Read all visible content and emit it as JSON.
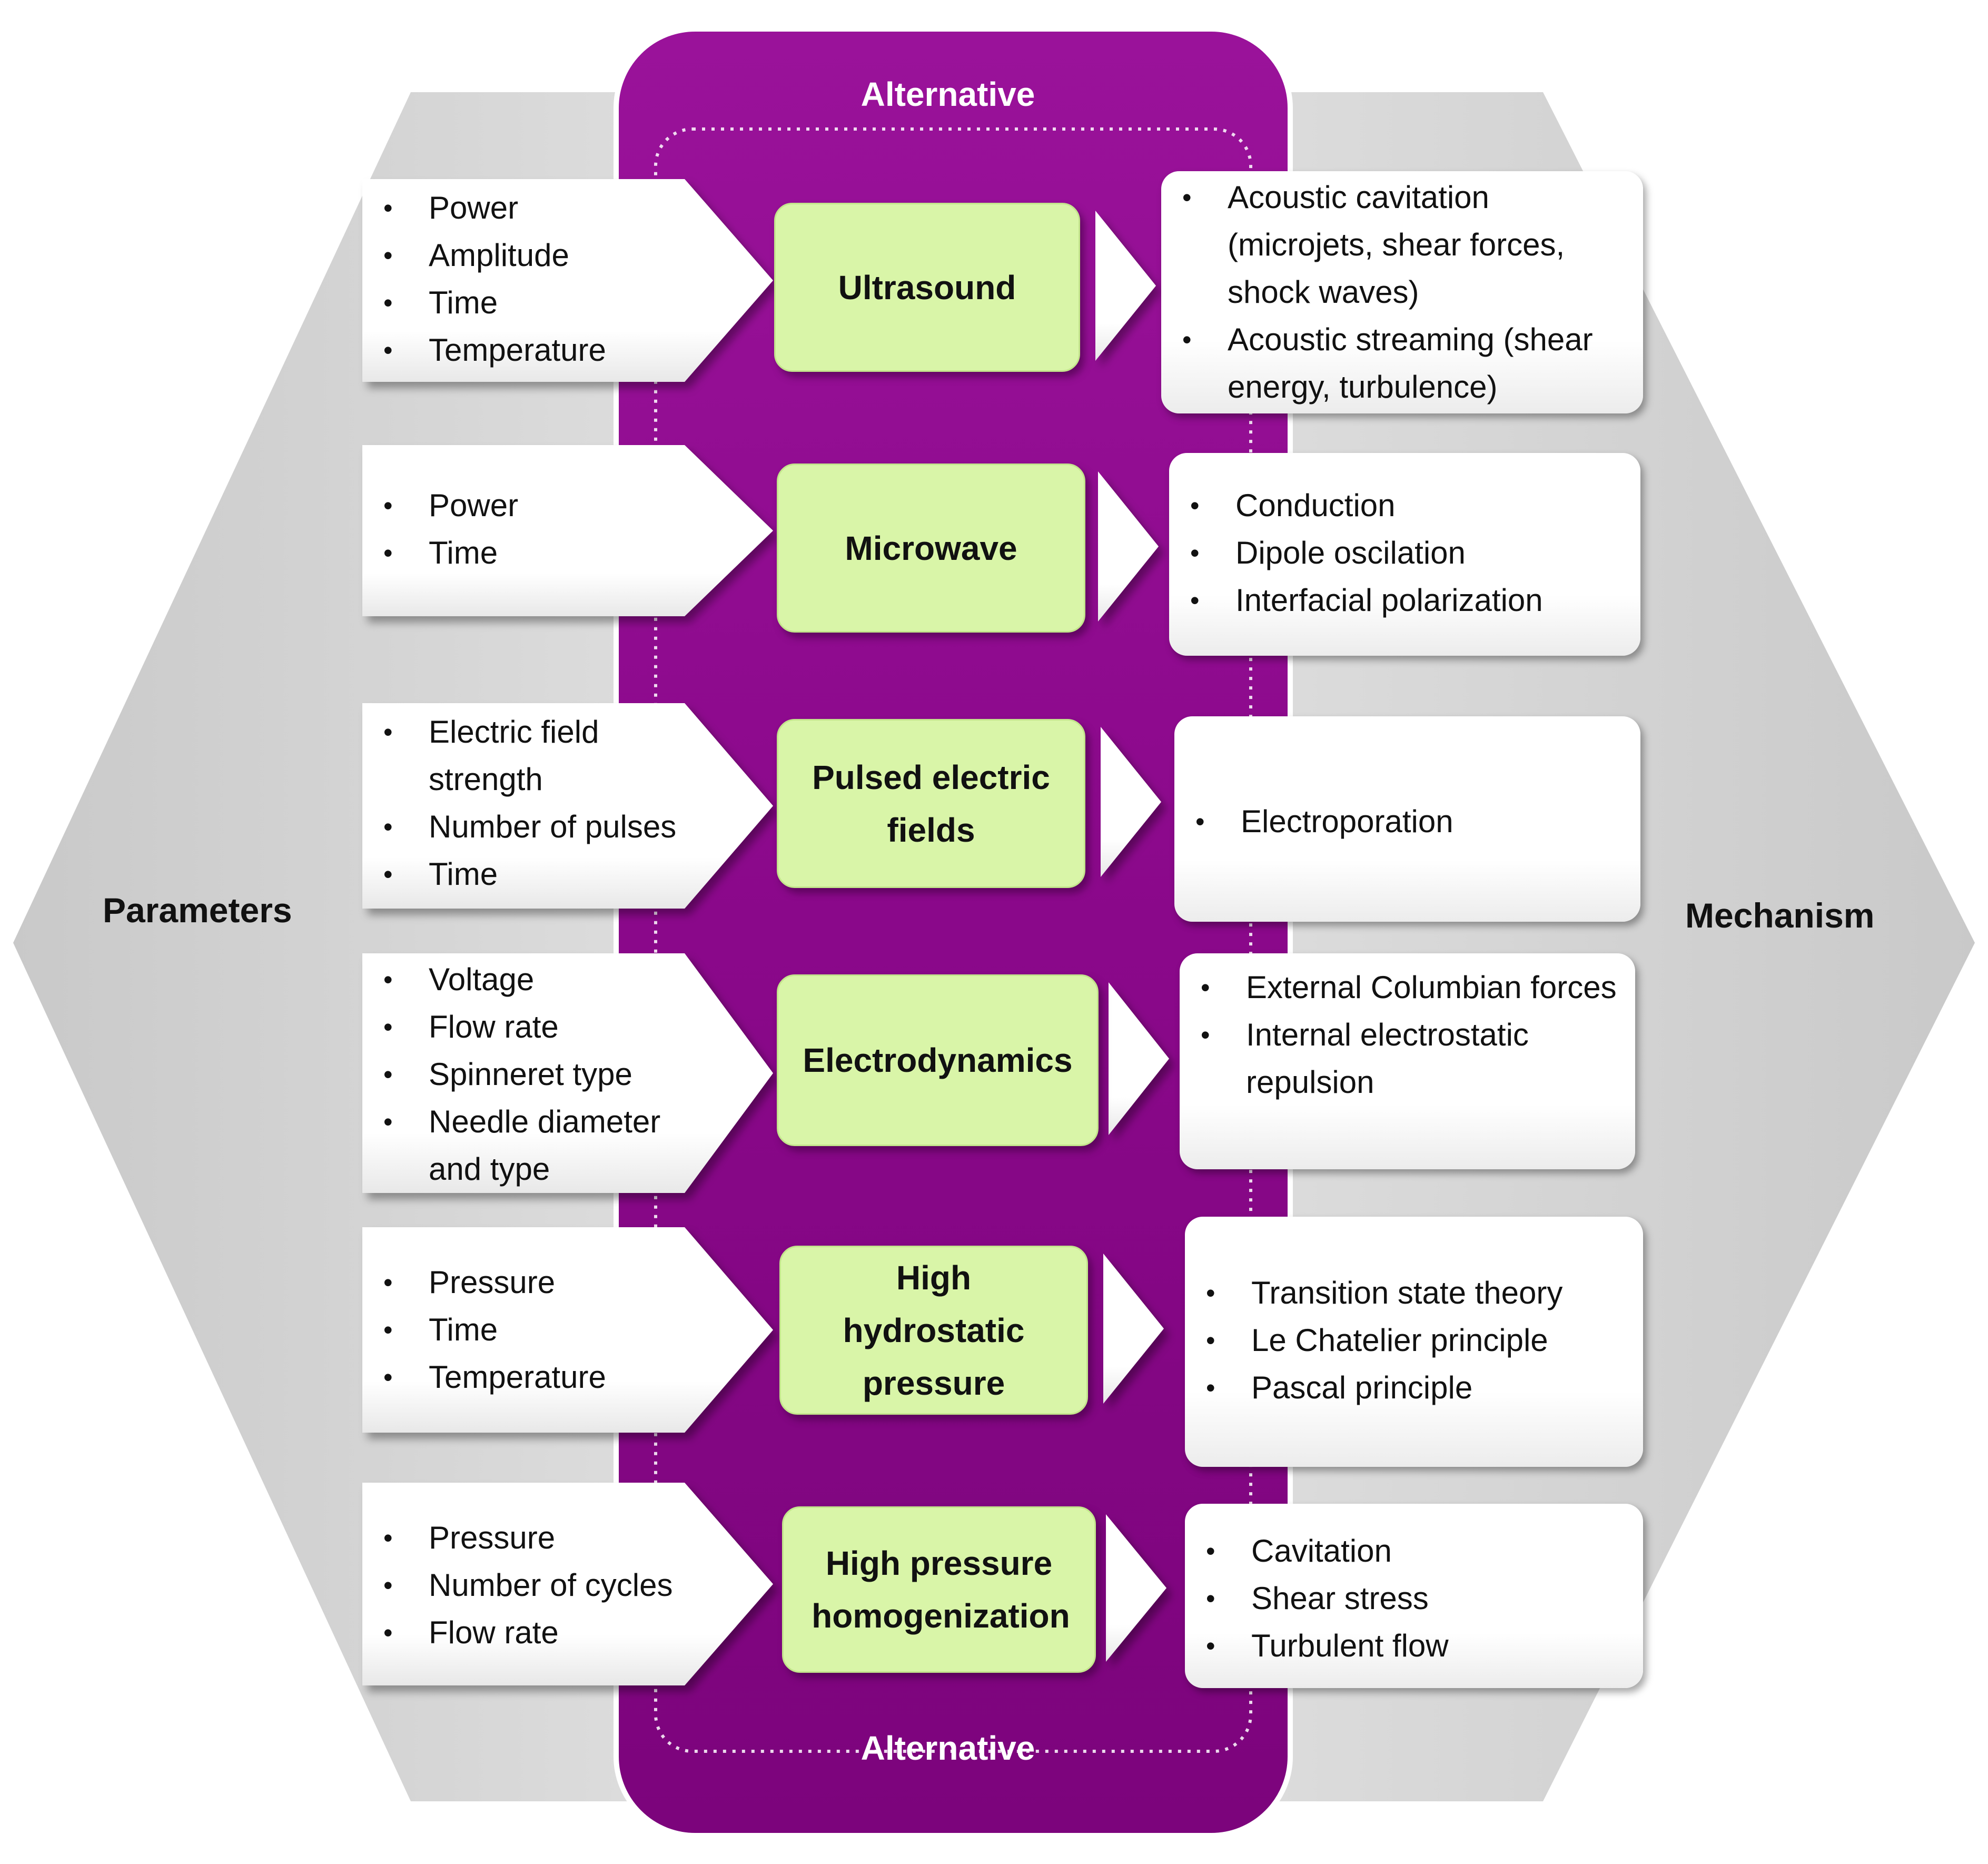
{
  "left_label": "Parameters",
  "right_label": "Mechanism",
  "center_title_top": "Alternative",
  "center_title_bottom": "Alternative",
  "colors": {
    "center_panel": "#8e0a8e",
    "method_box": "#d9f5a8",
    "side_hexagon": "#d4d4d4",
    "box_fill": "#ffffff"
  },
  "rows": [
    {
      "method": "Ultrasound",
      "parameters": [
        "Power",
        "Amplitude",
        "Time",
        "Temperature"
      ],
      "mechanisms": [
        "Acoustic cavitation (microjets, shear forces, shock waves)",
        "Acoustic streaming (shear energy, turbulence)"
      ]
    },
    {
      "method": "Microwave",
      "parameters": [
        "Power",
        "Time"
      ],
      "mechanisms": [
        "Conduction",
        "Dipole oscilation",
        "Interfacial polarization"
      ]
    },
    {
      "method": "Pulsed electric fields",
      "parameters": [
        "Electric field strength",
        "Number of pulses",
        "Time"
      ],
      "mechanisms": [
        "Electroporation"
      ]
    },
    {
      "method": "Electrodynamics",
      "parameters": [
        "Voltage",
        "Flow rate",
        "Spinneret type",
        "Needle diameter and type"
      ],
      "mechanisms": [
        "External Columbian forces",
        "Internal electrostatic repulsion"
      ]
    },
    {
      "method": "High hydrostatic pressure",
      "parameters": [
        "Pressure",
        "Time",
        "Temperature"
      ],
      "mechanisms": [
        "Transition state theory",
        "Le Chatelier principle",
        "Pascal principle"
      ]
    },
    {
      "method": "High pressure homogenization",
      "parameters": [
        "Pressure",
        "Number of cycles",
        "Flow rate"
      ],
      "mechanisms": [
        "Cavitation",
        "Shear stress",
        "Turbulent flow"
      ]
    }
  ]
}
